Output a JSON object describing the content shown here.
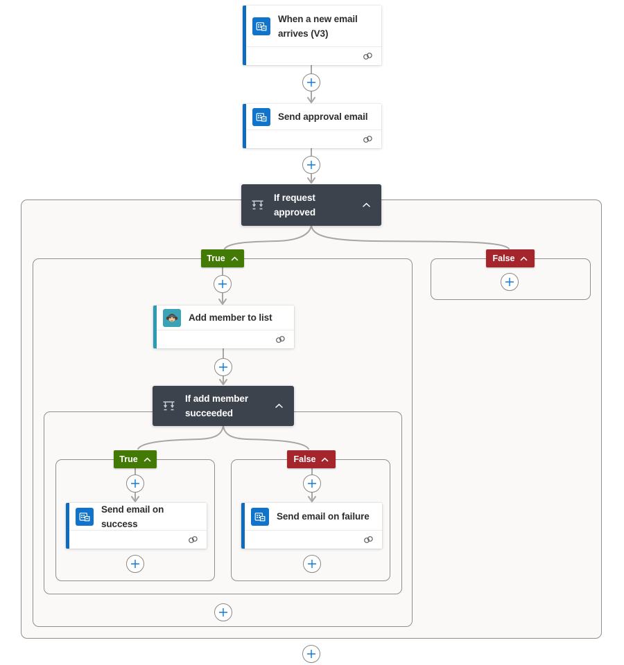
{
  "nodes": {
    "trigger": {
      "title": "When a new email arrives (V3)",
      "icon": "outlook-icon"
    },
    "send_approval": {
      "title": "Send approval email",
      "icon": "outlook-icon"
    },
    "if_request_approved": {
      "title": "If request approved",
      "icon": "condition-branch-icon"
    },
    "add_member": {
      "title": "Add member to list",
      "icon": "mailchimp-icon"
    },
    "if_add_member_succeeded": {
      "title": "If add member succeeded",
      "icon": "condition-branch-icon"
    },
    "send_email_success": {
      "title": "Send email on success",
      "icon": "outlook-icon"
    },
    "send_email_failure": {
      "title": "Send email on failure",
      "icon": "outlook-icon"
    }
  },
  "badges": {
    "true_label": "True",
    "false_label": "False"
  },
  "icons": {
    "insert_step": "plus-icon",
    "collapse": "chevron-up-icon",
    "connection": "connection-link-icon"
  },
  "colors": {
    "outlook_brand": "#1173c9",
    "outlook_accent_bar": "#0f6cbd",
    "mailchimp_brand": "#3ba3b5",
    "mailchimp_accent_bar": "#2f9bb3",
    "condition_card_bg": "#3d434d",
    "true_badge_bg": "#437a06",
    "false_badge_bg": "#a4262c",
    "connector_line": "#a8a6a4",
    "plus_icon_blue": "#0f78d4",
    "scope_fill": "#faf9f8",
    "scope_border": "#908e8c"
  }
}
